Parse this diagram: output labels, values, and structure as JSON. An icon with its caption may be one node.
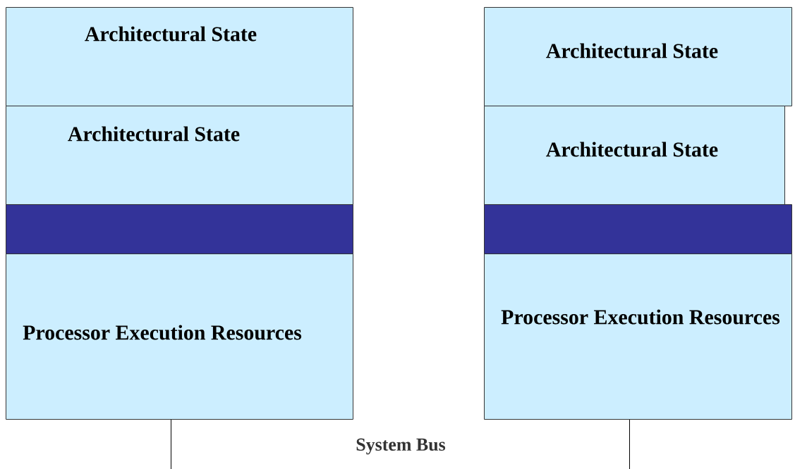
{
  "diagram": {
    "nodes": [
      {
        "text": [
          "Architectural State"
        ]
      },
      {
        "text": [
          "Architectural State"
        ]
      },
      {
        "text": [],
        "shape": "bar"
      },
      {
        "text": [
          "Processor Execution Resources"
        ]
      },
      {
        "text": [
          "Architectural State"
        ]
      },
      {
        "text": [
          "Architectural State"
        ]
      },
      {
        "text": [],
        "shape": "bar"
      },
      {
        "text": [
          "Processor Execution Resources"
        ]
      }
    ],
    "edges": [
      {
        "from": 3,
        "to": null,
        "arrow": "none"
      },
      {
        "from": 7,
        "to": null,
        "arrow": "none"
      }
    ],
    "labels": [
      "System Bus"
    ]
  }
}
